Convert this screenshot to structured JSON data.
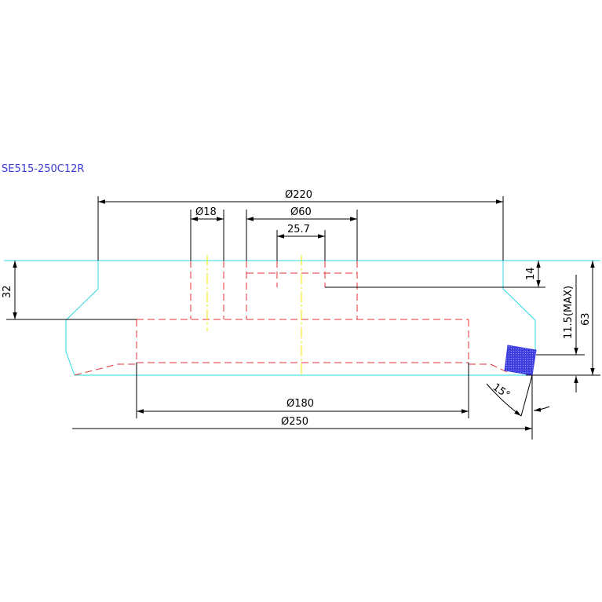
{
  "drawing": {
    "part_number": "SE515-250C12R",
    "colors": {
      "title": "#3b3bd6",
      "outline": "#2fd8e6",
      "hidden": "#e0323a",
      "centerline": "#f2e600",
      "dimension": "#000000",
      "insert": "#3f3fe0"
    },
    "dimensions": {
      "d220": "Ø220",
      "d18": "Ø18",
      "d60": "Ø60",
      "len_25_7": "25.7",
      "h32": "32",
      "h14": "14",
      "h11_5": "11.5(MAX)",
      "h63": "63",
      "angle15": "15°",
      "d180": "Ø180",
      "d250": "Ø250"
    },
    "icons": [
      "insert-icon"
    ]
  }
}
